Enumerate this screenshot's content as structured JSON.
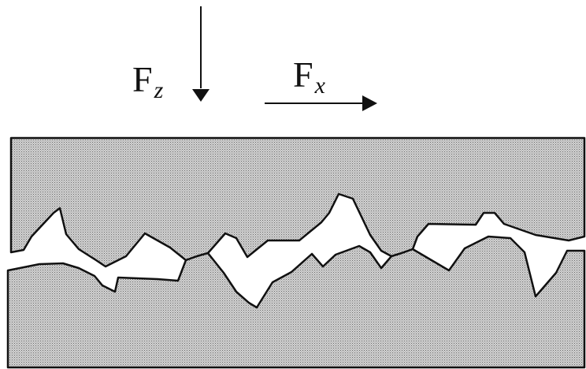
{
  "forces": {
    "normal": {
      "symbol": "F",
      "subscript": "z",
      "direction": "down"
    },
    "tangential": {
      "symbol": "F",
      "subscript": "x",
      "direction": "right"
    }
  },
  "colors": {
    "ink": "#111111",
    "solid_fill": "#cfcfcf",
    "gap_fill": "#ffffff",
    "background": "#ffffff"
  }
}
